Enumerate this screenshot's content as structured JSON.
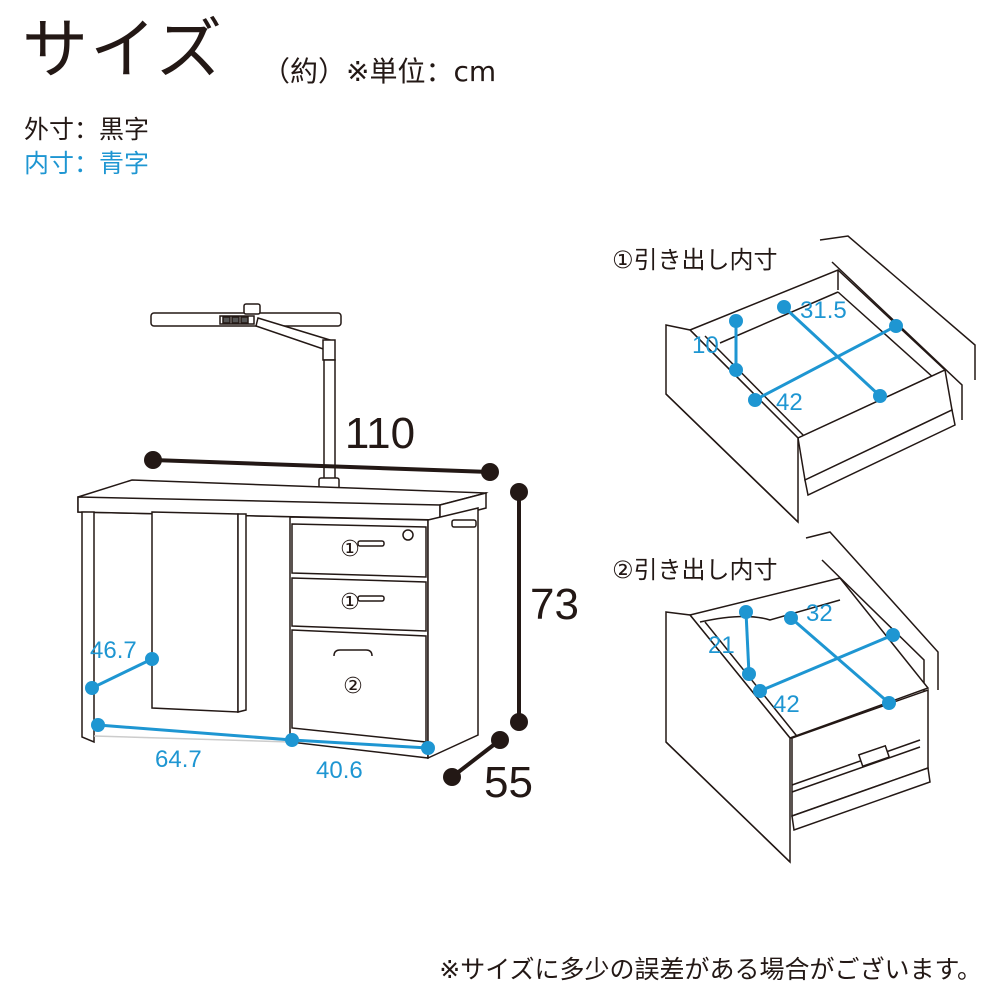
{
  "header": {
    "title": "サイズ",
    "unit_note": "（約）※単位：cm"
  },
  "legend": {
    "outer": "外寸：黒字",
    "inner": "内寸：青字"
  },
  "desk": {
    "width": "110",
    "height": "73",
    "depth": "55",
    "inner_depth": "46.7",
    "inner_width_left": "64.7",
    "inner_width_right": "40.6",
    "drawer_labels": [
      "①",
      "①",
      "②"
    ]
  },
  "drawer1": {
    "label": "①引き出し内寸",
    "height": "10",
    "depth": "31.5",
    "width": "42"
  },
  "drawer2": {
    "label": "②引き出し内寸",
    "height": "21",
    "depth": "32",
    "width": "42"
  },
  "footer": {
    "note": "※サイズに多少の誤差がある場合がございます。"
  },
  "colors": {
    "outer": "#231815",
    "inner": "#1e96d2"
  }
}
